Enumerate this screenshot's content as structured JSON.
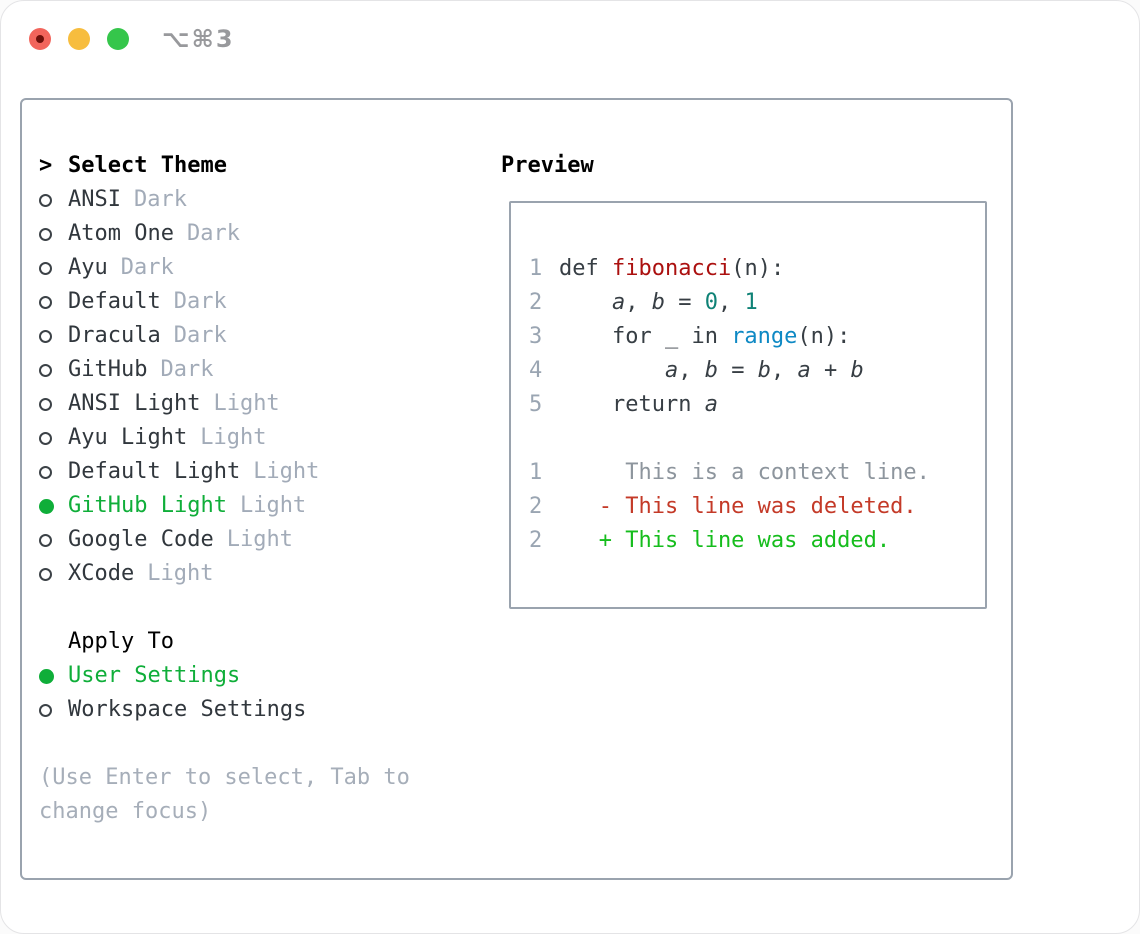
{
  "window": {
    "title": "⌥⌘3",
    "traffic_lights": {
      "close_color": "#f2655c",
      "minimize_color": "#f7bd3e",
      "zoom_color": "#35c64b"
    }
  },
  "theme_panel": {
    "header_prefix": ">",
    "header": "Select Theme",
    "items": [
      {
        "name": "ANSI",
        "variant": "Dark",
        "selected": false
      },
      {
        "name": "Atom One",
        "variant": "Dark",
        "selected": false
      },
      {
        "name": "Ayu",
        "variant": "Dark",
        "selected": false
      },
      {
        "name": "Default",
        "variant": "Dark",
        "selected": false
      },
      {
        "name": "Dracula",
        "variant": "Dark",
        "selected": false
      },
      {
        "name": "GitHub",
        "variant": "Dark",
        "selected": false
      },
      {
        "name": "ANSI Light",
        "variant": "Light",
        "selected": false
      },
      {
        "name": "Ayu Light",
        "variant": "Light",
        "selected": false
      },
      {
        "name": "Default Light",
        "variant": "Light",
        "selected": false
      },
      {
        "name": "GitHub Light",
        "variant": "Light",
        "selected": true
      },
      {
        "name": "Google Code",
        "variant": "Light",
        "selected": false
      },
      {
        "name": "XCode",
        "variant": "Light",
        "selected": false
      }
    ],
    "apply_header": "Apply To",
    "apply_items": [
      {
        "name": "User Settings",
        "selected": true
      },
      {
        "name": "Workspace Settings",
        "selected": false
      }
    ],
    "hint": "(Use Enter to select, Tab to change focus)",
    "selection_color": "#0fae39",
    "variant_color": "#a2abb8"
  },
  "preview": {
    "header": "Preview",
    "lines": [
      {
        "num": "1",
        "segments": [
          {
            "text": "def ",
            "style": "code"
          },
          {
            "text": "fibonacci",
            "style": "func"
          },
          {
            "text": "(n):",
            "style": "code"
          }
        ]
      },
      {
        "num": "2",
        "segments": [
          {
            "text": "    ",
            "style": "code"
          },
          {
            "text": "a",
            "style": "var"
          },
          {
            "text": ", ",
            "style": "code"
          },
          {
            "text": "b",
            "style": "var"
          },
          {
            "text": " = ",
            "style": "code"
          },
          {
            "text": "0",
            "style": "num"
          },
          {
            "text": ", ",
            "style": "code"
          },
          {
            "text": "1",
            "style": "num"
          }
        ]
      },
      {
        "num": "3",
        "segments": [
          {
            "text": "    for _ in ",
            "style": "code"
          },
          {
            "text": "range",
            "style": "builtin"
          },
          {
            "text": "(n):",
            "style": "code"
          }
        ]
      },
      {
        "num": "4",
        "segments": [
          {
            "text": "        ",
            "style": "code"
          },
          {
            "text": "a",
            "style": "var"
          },
          {
            "text": ", ",
            "style": "code"
          },
          {
            "text": "b",
            "style": "var"
          },
          {
            "text": " = ",
            "style": "code"
          },
          {
            "text": "b",
            "style": "var"
          },
          {
            "text": ", ",
            "style": "code"
          },
          {
            "text": "a",
            "style": "var"
          },
          {
            "text": " + ",
            "style": "code"
          },
          {
            "text": "b",
            "style": "var"
          }
        ]
      },
      {
        "num": "5",
        "segments": [
          {
            "text": "    return ",
            "style": "code"
          },
          {
            "text": "a",
            "style": "var"
          }
        ]
      },
      {
        "num": "",
        "segments": []
      },
      {
        "num": "1",
        "segments": [
          {
            "text": "     This is a context line.",
            "style": "context"
          }
        ]
      },
      {
        "num": "2",
        "segments": [
          {
            "text": "   - This line was deleted.",
            "style": "deleted"
          }
        ]
      },
      {
        "num": "2",
        "segments": [
          {
            "text": "   + This line was added.",
            "style": "added"
          }
        ]
      }
    ],
    "token_colors": {
      "code": "#373e44",
      "func": "#ab100f",
      "num": "#0f8276",
      "builtin": "#0e89c4",
      "context": "#8d959d",
      "deleted": "#c43a28",
      "added": "#16bd1d",
      "line_number": "#9aa5b2"
    }
  }
}
